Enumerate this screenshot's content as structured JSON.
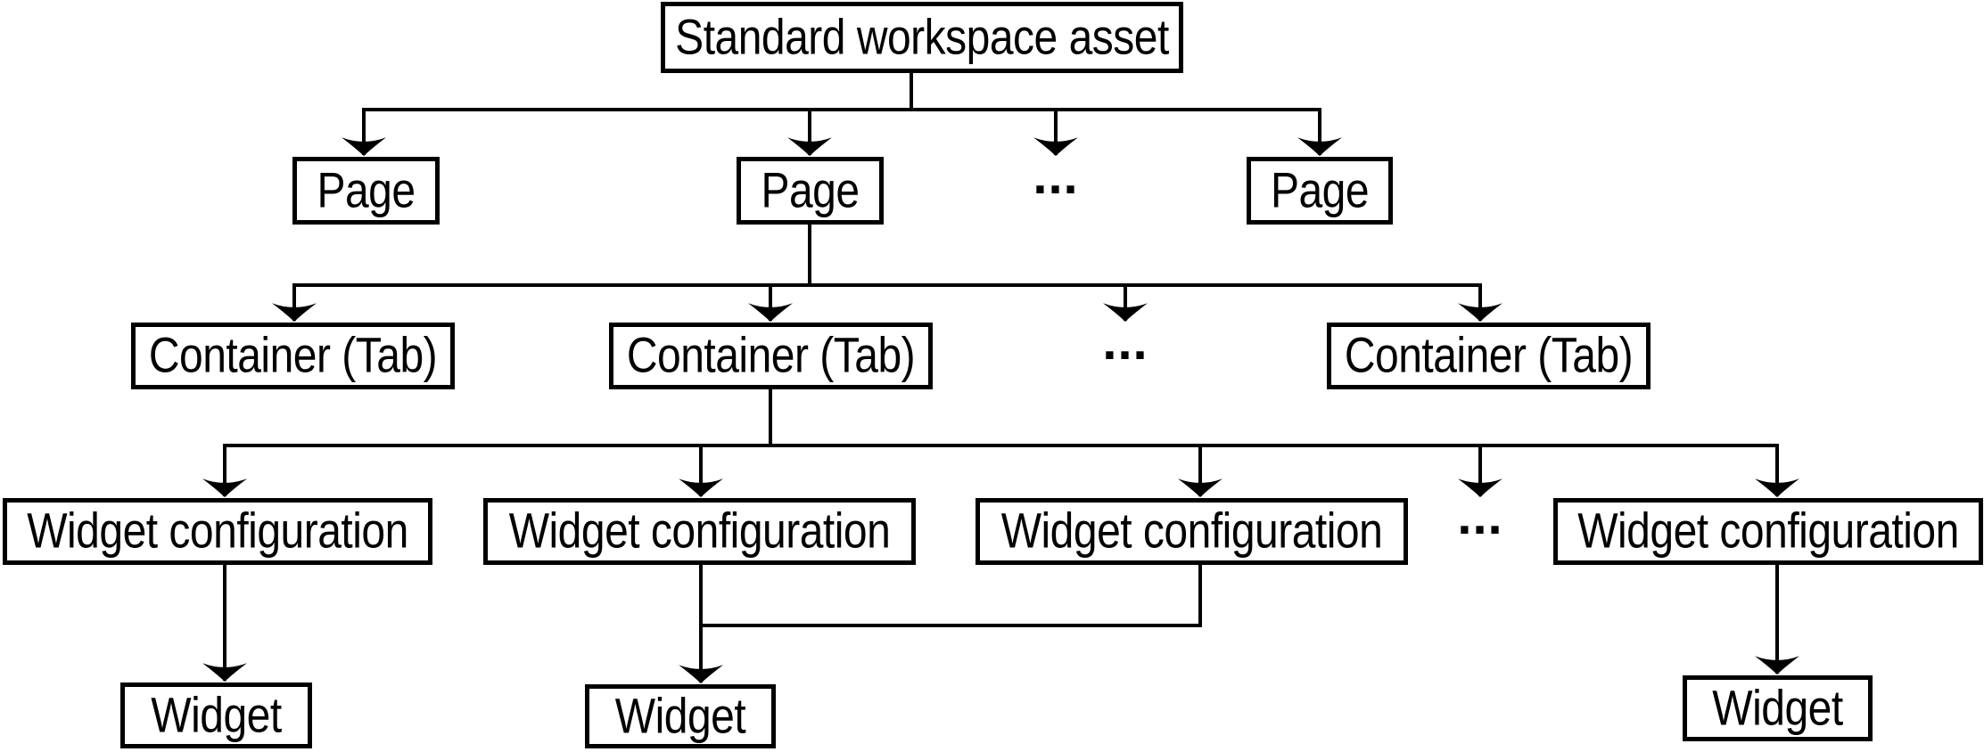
{
  "diagram": {
    "background_color": "#ffffff",
    "line_color": "#000000",
    "text_color": "#000000",
    "ellipsis": "...",
    "nodes": {
      "root": {
        "label": "Standard workspace asset"
      },
      "page1": {
        "label": "Page"
      },
      "page2": {
        "label": "Page"
      },
      "page3": {
        "label": "Page"
      },
      "container1": {
        "label": "Container (Tab)"
      },
      "container2": {
        "label": "Container (Tab)"
      },
      "container3": {
        "label": "Container (Tab)"
      },
      "widgetconfig1": {
        "label": "Widget configuration"
      },
      "widgetconfig2": {
        "label": "Widget configuration"
      },
      "widgetconfig3": {
        "label": "Widget configuration"
      },
      "widgetconfig4": {
        "label": "Widget configuration"
      },
      "widget1": {
        "label": "Widget"
      },
      "widget2": {
        "label": "Widget"
      },
      "widget3": {
        "label": "Widget"
      }
    },
    "edges": [
      [
        "root",
        "page1"
      ],
      [
        "root",
        "page2"
      ],
      [
        "root",
        "ellipsis_pages"
      ],
      [
        "root",
        "page3"
      ],
      [
        "page2",
        "container1"
      ],
      [
        "page2",
        "container2"
      ],
      [
        "page2",
        "ellipsis_containers"
      ],
      [
        "page2",
        "container3"
      ],
      [
        "container2",
        "widgetconfig1"
      ],
      [
        "container2",
        "widgetconfig2"
      ],
      [
        "container2",
        "widgetconfig3"
      ],
      [
        "container2",
        "ellipsis_widgetconfigs"
      ],
      [
        "container2",
        "widgetconfig4"
      ],
      [
        "widgetconfig1",
        "widget1"
      ],
      [
        "widgetconfig2",
        "widget2"
      ],
      [
        "widgetconfig3",
        "widget2"
      ],
      [
        "widgetconfig4",
        "widget3"
      ]
    ]
  }
}
